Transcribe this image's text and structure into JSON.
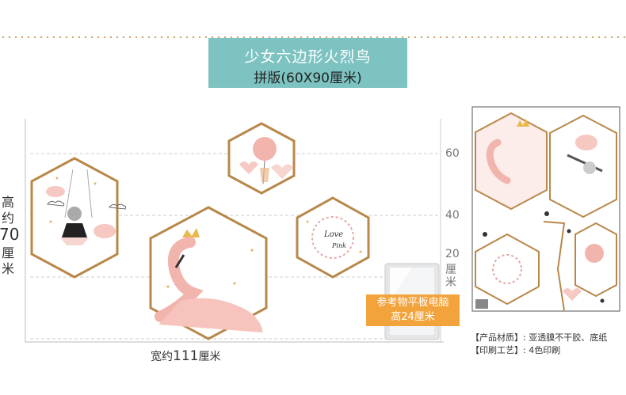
{
  "title": {
    "line1": "少女六边形火烈鸟",
    "line2": "拼版(60X90厘米)"
  },
  "height_label": {
    "chars": [
      "高",
      "约",
      "70",
      "厘",
      "米"
    ]
  },
  "ticks": {
    "t60": "60",
    "t40": "40",
    "t20": "20",
    "t20_unit_1": "厘",
    "t20_unit_2": "米"
  },
  "width_label": {
    "prefix": "宽约",
    "number": "111",
    "unit": "厘米"
  },
  "tablet": {
    "line1": "参考物平板电脑",
    "line2": "高24厘米"
  },
  "artwork": {
    "love_text": "Love",
    "pink_text": "Pink"
  },
  "specs": {
    "line1": "【产品材质】: 亚透膜不干胶、底纸",
    "line2": "【印刷工艺】: 4色印刷"
  },
  "colors": {
    "teal": "#7dc3c1",
    "gold": "#b8884a",
    "orange": "#f3a33c",
    "pink": "#f2b5ae"
  }
}
